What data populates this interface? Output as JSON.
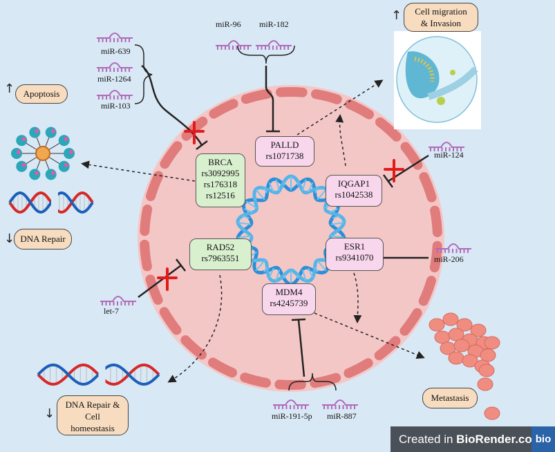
{
  "genes": {
    "palld": {
      "name": "PALLD",
      "snp": "rs1071738"
    },
    "brca": {
      "name": "BRCA",
      "snps": [
        "rs3092995",
        "rs176318",
        "rs12516"
      ]
    },
    "iqgap1": {
      "name": "IQGAP1",
      "snp": "rs1042538"
    },
    "rad52": {
      "name": "RAD52",
      "snp": "rs7963551"
    },
    "esr1": {
      "name": "ESR1",
      "snp": "rs9341070"
    },
    "mdm4": {
      "name": "MDM4",
      "snp": "rs4245739"
    }
  },
  "mirnas": {
    "mir96": "miR-96",
    "mir182": "miR-182",
    "mir639": "miR-639",
    "mir1264": "miR-1264",
    "mir103": "miR-103",
    "mir124": "miR-124",
    "mir206": "miR-206",
    "let7": "let-7",
    "mir191": "miR-191-5p",
    "mir887": "miR-887"
  },
  "phenotypes": {
    "apoptosis": "Apoptosis",
    "dna_repair": "DNA Repair",
    "migration_l1": "Cell migration",
    "migration_l2": "& Invasion",
    "metastasis": "Metastasis",
    "homeo_l1": "DNA Repair &",
    "homeo_l2": "Cell",
    "homeo_l3": "homeostasis"
  },
  "arrows": {
    "up": "↑",
    "down": "↓"
  },
  "branding": {
    "prefix": "Created in ",
    "name": "BioRender.com",
    "badge": "bio"
  },
  "colors": {
    "background": "#d9e8f5",
    "cell_fill": "#f4c7c7",
    "membrane": "#e08282",
    "dna_blue": "#2b8fd6",
    "mirna_purple": "#b06ab8",
    "inhibit_red": "#e11b1b",
    "gene_pink": "#f8d6ec",
    "gene_green": "#d9f0cf",
    "phenotype_fill": "#f7dcc0"
  }
}
